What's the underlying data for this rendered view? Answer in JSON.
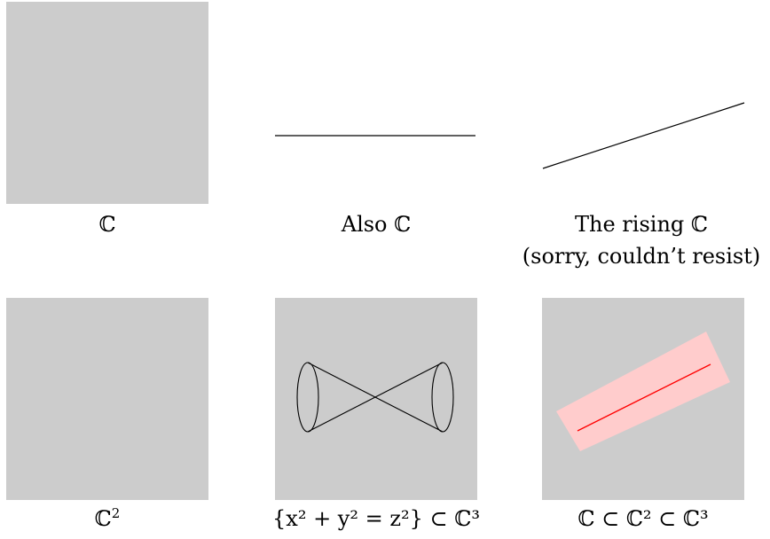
{
  "panels": [
    {
      "id": "c",
      "caption": "ℂ"
    },
    {
      "id": "also-c",
      "caption": "Also ℂ"
    },
    {
      "id": "rising-c",
      "caption": "The rising ℂ",
      "caption2": "(sorry, couldn’t resist)"
    },
    {
      "id": "c2",
      "caption_base": "ℂ",
      "caption_sup": "2"
    },
    {
      "id": "cone",
      "caption": "{x² + y² = z²} ⊂ ℂ³"
    },
    {
      "id": "nested",
      "caption": "ℂ ⊂ ℂ² ⊂ ℂ³"
    }
  ],
  "colors": {
    "panel_fill": "#cccccc",
    "plane_fill": "#ffcccc",
    "line": "#000000",
    "red_line": "#ff0000"
  }
}
